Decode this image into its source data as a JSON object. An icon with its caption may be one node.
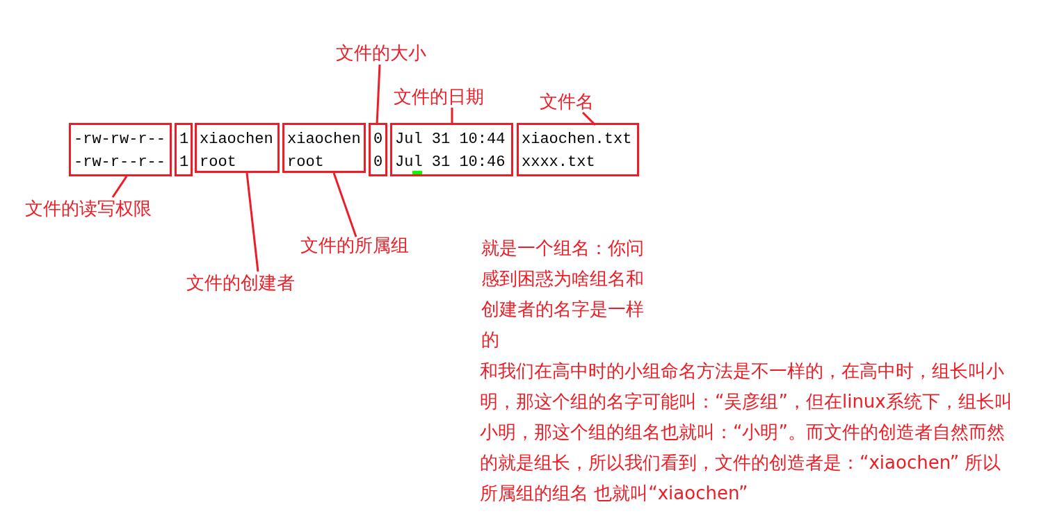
{
  "diagram": {
    "nodes": [
      {
        "text": [
          "-rw-rw-r--",
          "-rw-r--r--"
        ]
      },
      {
        "text": [
          "1",
          "1"
        ]
      },
      {
        "text": [
          "xiaochen",
          "root"
        ]
      },
      {
        "text": [
          "xiaochen",
          "root"
        ]
      },
      {
        "text": [
          "0",
          "0"
        ]
      },
      {
        "text": [
          "Jul 31 10:44",
          "Jul 31 10:46"
        ]
      },
      {
        "text": [
          "xiaochen.txt",
          "xxxx.txt"
        ]
      },
      {
        "text": [
          "文件的大小"
        ]
      },
      {
        "text": [
          "文件的日期"
        ]
      },
      {
        "text": [
          "文件名"
        ]
      },
      {
        "text": [
          "文件的读写权限"
        ]
      },
      {
        "text": [
          "文件的创建者"
        ]
      },
      {
        "text": [
          "文件的所属组"
        ]
      }
    ],
    "edges": [
      {
        "from": 7,
        "to": 4,
        "arrow": "none"
      },
      {
        "from": 8,
        "to": 5,
        "arrow": "none"
      },
      {
        "from": 9,
        "to": 6,
        "arrow": "none"
      },
      {
        "from": 10,
        "to": 0,
        "arrow": "none"
      },
      {
        "from": 11,
        "to": 2,
        "arrow": "none"
      },
      {
        "from": 12,
        "to": 3,
        "arrow": "none"
      }
    ],
    "labels": [
      "就是一个组名：你问感到困惑为啥组名和创建者的名字是一样的",
      "和我们在高中时的小组命名方法是不一样的，在高中时，组长叫小明，那这个组的名字可能叫：“吴彦组”，但在linux系统下，组长叫小明，那这个组的组名也就叫：“小明”。而文件的创造者自然而然的就是组长，所以我们看到，文件的创造者是：“xiaochen” 所以所属组的组名 也就叫“xiaochen”"
    ]
  }
}
